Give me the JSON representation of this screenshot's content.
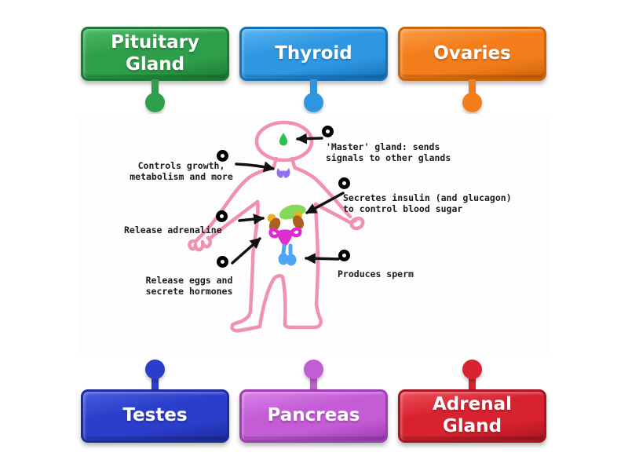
{
  "labels": {
    "top": [
      {
        "text": "Pituitary\nGland",
        "color": "#2f9e4a",
        "dark": "#1c7a33",
        "light": "#4db869"
      },
      {
        "text": "Thyroid",
        "color": "#2e97e3",
        "dark": "#1672b8",
        "light": "#5bb3f0"
      },
      {
        "text": "Ovaries",
        "color": "#f47d1b",
        "dark": "#cc6408",
        "light": "#f89c46"
      }
    ],
    "bottom": [
      {
        "text": "Testes",
        "color": "#2b3ecb",
        "dark": "#1c2b9e",
        "light": "#4a5cdd"
      },
      {
        "text": "Pancreas",
        "color": "#c45cd6",
        "dark": "#9e3cb4",
        "light": "#d983e8"
      },
      {
        "text": "Adrenal\nGland",
        "color": "#d8222f",
        "dark": "#a91420",
        "light": "#e8515c"
      }
    ]
  },
  "diagram": {
    "annotations": [
      {
        "id": "pituitary",
        "text": "'Master' gland: sends\nsignals to other glands"
      },
      {
        "id": "thyroid",
        "text": "Controls growth,\nmetabolism and more"
      },
      {
        "id": "pancreas",
        "text": "Secretes insulin (and glucagon)\nto control blood sugar"
      },
      {
        "id": "adrenal",
        "text": "Release adrenaline"
      },
      {
        "id": "ovaries",
        "text": "Release eggs and\nsecrete hormones"
      },
      {
        "id": "testes",
        "text": "Produces sperm"
      }
    ],
    "colors": {
      "body_outline": "#f290b2",
      "pituitary_gland": "#2ebf52",
      "thyroid_gland": "#8f6ef2",
      "pancreas_gland": "#84d957",
      "kidney": "#a8611e",
      "adrenal_gland": "#f0b11c",
      "uterus_ovaries": "#de2bd2",
      "testes_gland": "#4da5f5",
      "annotation_ink": "#1b1b1b",
      "arrow": "#111111"
    }
  }
}
